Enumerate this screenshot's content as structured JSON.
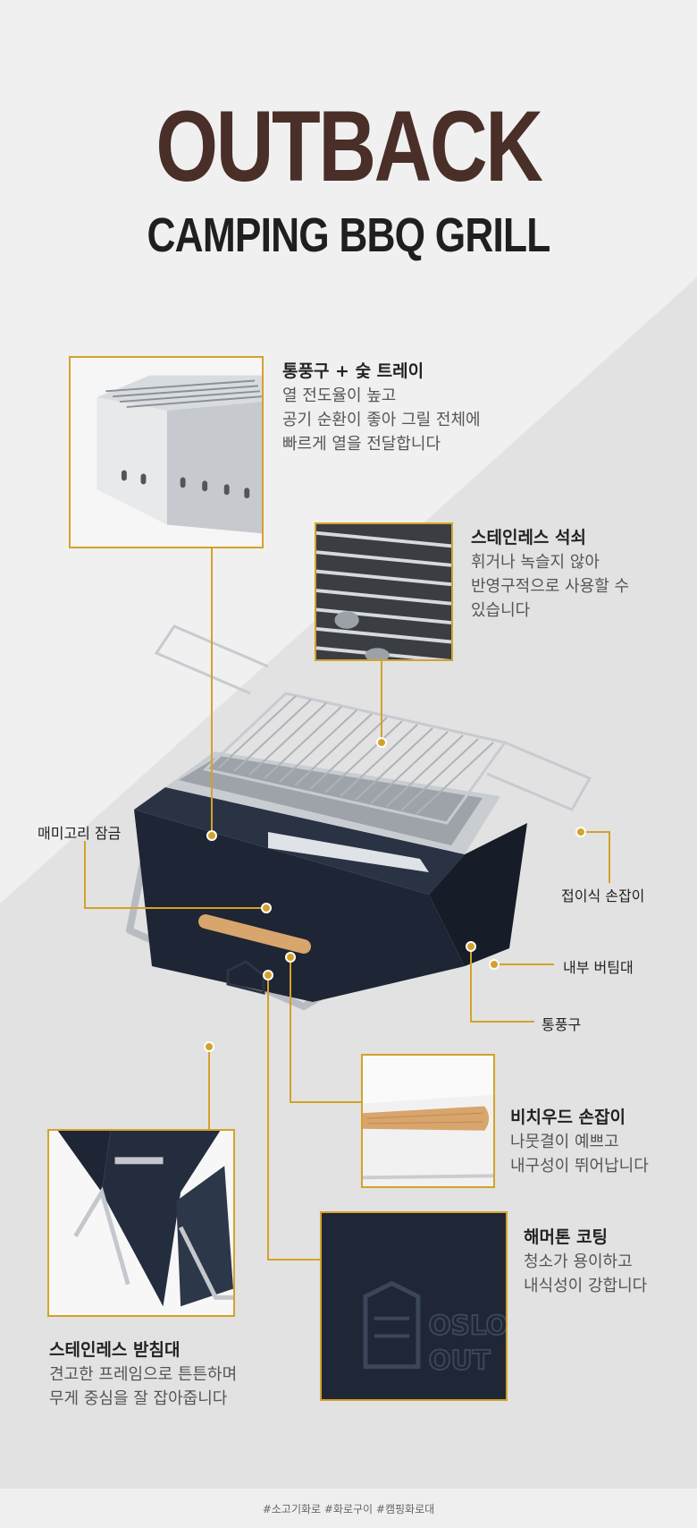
{
  "header": {
    "brand": "OUTBACK",
    "product": "CAMPING BBQ GRILL"
  },
  "features": {
    "tray": {
      "title": "통풍구 + 숯 트레이",
      "lines": [
        "열 전도율이 높고",
        "공기 순환이 좋아 그릴 전체에",
        "빠르게 열을 전달합니다"
      ]
    },
    "grate": {
      "title": "스테인레스 석쇠",
      "lines": [
        "휘거나 녹슬지 않아",
        "반영구적으로 사용할 수",
        "있습니다"
      ]
    },
    "handle": {
      "title": "비치우드 손잡이",
      "lines": [
        "나뭇결이 예쁘고",
        "내구성이 뛰어납니다"
      ]
    },
    "coating": {
      "title": "해머톤 코팅",
      "lines": [
        "청소가 용이하고",
        "내식성이 강합니다"
      ]
    },
    "stand": {
      "title": "스테인레스 받침대",
      "lines": [
        "견고한 프레임으로 튼튼하며",
        "무게 중심을 잘 잡아줍니다"
      ]
    }
  },
  "labels": {
    "latch": "매미고리 잠금",
    "folding_handle": "접이식 손잡이",
    "inner_support": "내부 버팀대",
    "vent": "통풍구"
  },
  "coating_emboss": [
    "OSLO",
    "OUT"
  ],
  "footer": {
    "tags": "#소고기화로 #화로구이 #캠핑화로대"
  },
  "colors": {
    "accent": "#d4a22b",
    "brand": "#4a2e28",
    "grill_body": "#1e2534",
    "wood": "#d8a56c"
  }
}
